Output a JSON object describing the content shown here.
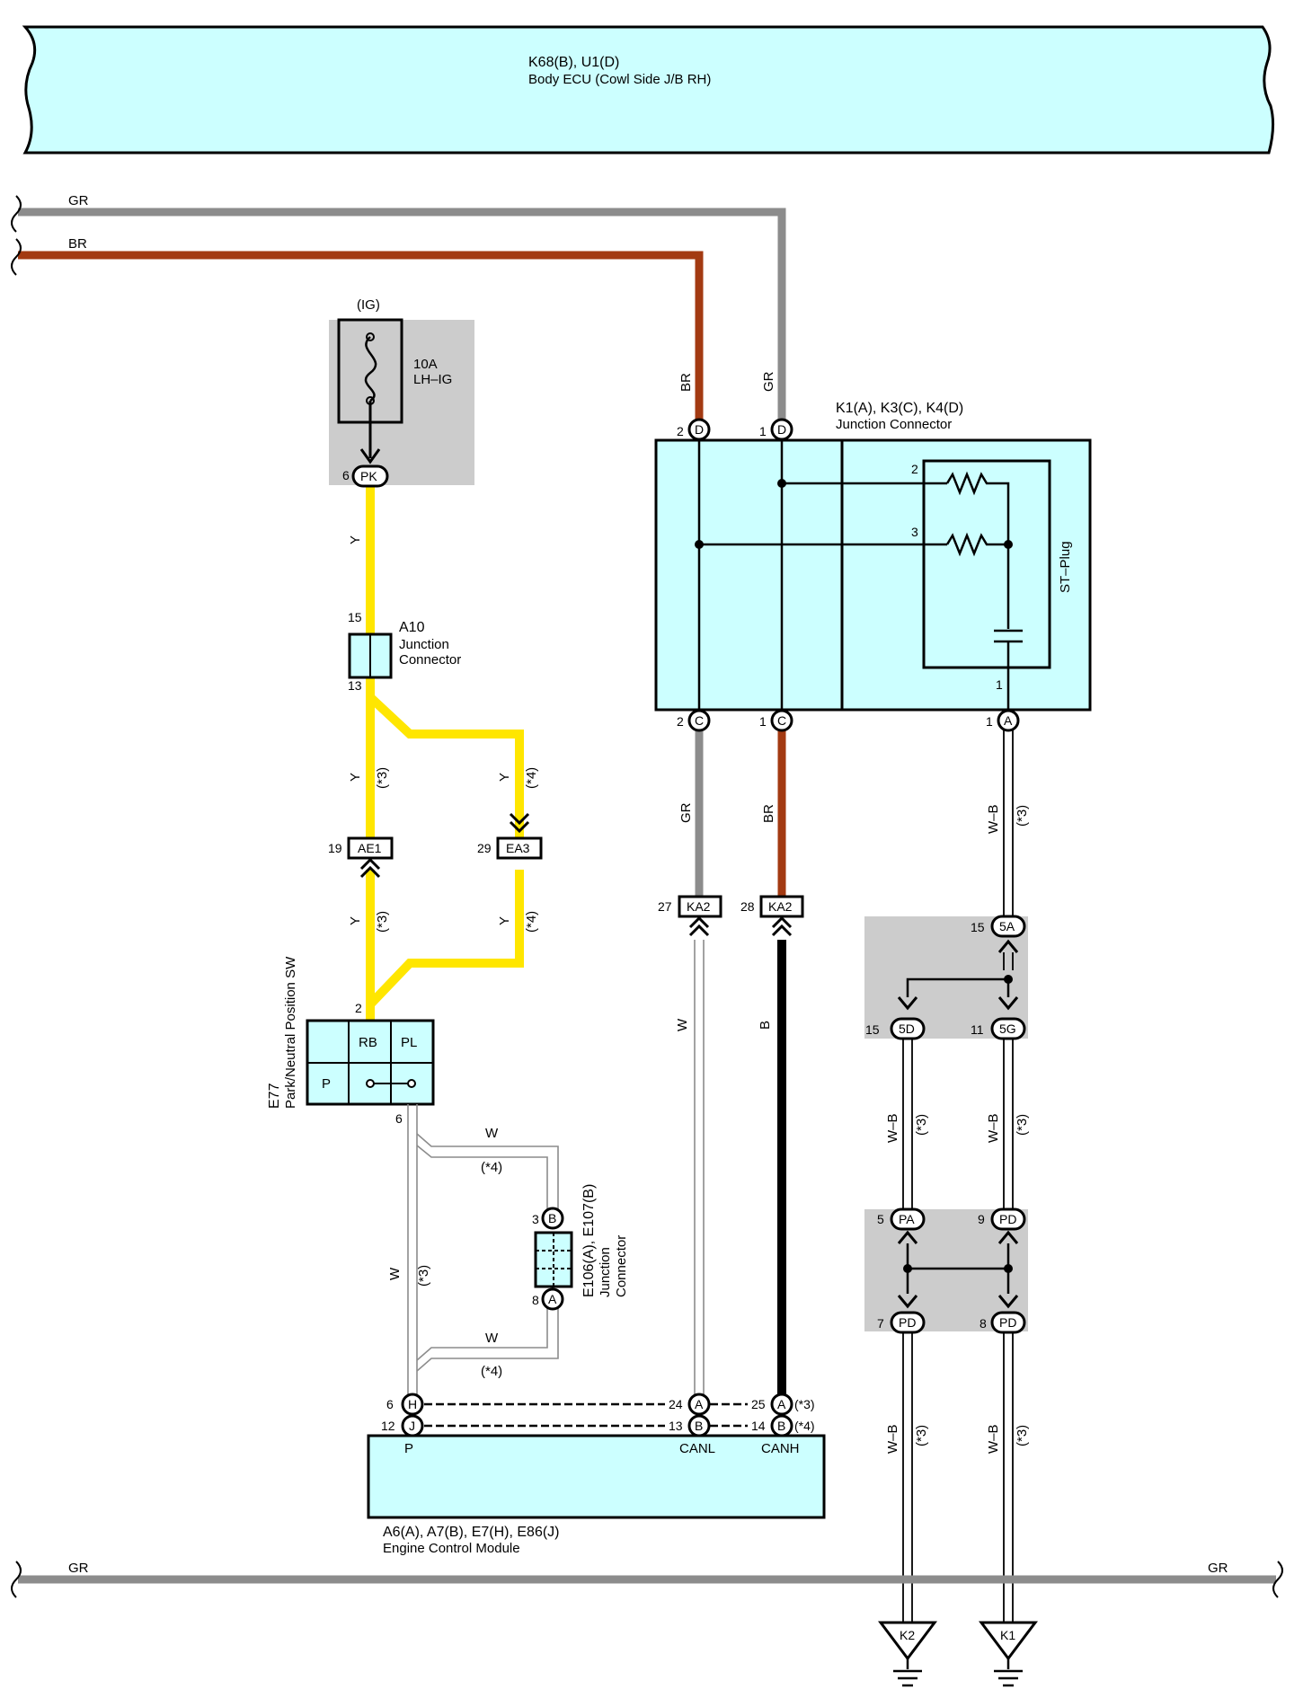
{
  "body_ecu": {
    "code": "K68(B), U1(D)",
    "name": "Body ECU (Cowl Side J/B RH)"
  },
  "wires": {
    "gr": "GR",
    "br": "BR",
    "y": "Y",
    "w": "W",
    "b": "B",
    "wb": "W–B"
  },
  "notes": {
    "n3": "(*3)",
    "n4": "(*4)"
  },
  "fuse": {
    "ign": "(IG)",
    "rating": "10A",
    "name": "LH–IG",
    "pin": "6",
    "conn": "PK"
  },
  "a10": {
    "code": "A10",
    "name1": "Junction",
    "name2": "Connector",
    "pin_top": "15",
    "pin_bottom": "13"
  },
  "ae1": {
    "pin": "19",
    "conn": "AE1"
  },
  "ea3": {
    "pin": "29",
    "conn": "EA3"
  },
  "e77": {
    "code": "E77",
    "name": "Park/Neutral Position SW",
    "pin_top": "2",
    "pin_bottom": "6",
    "cells": [
      "RB",
      "PL",
      "P"
    ]
  },
  "e106": {
    "code": "E106(A), E107(B)",
    "name1": "Junction",
    "name2": "Connector",
    "pin_top": "3",
    "conn_top": "B",
    "pin_bottom": "8",
    "conn_bottom": "A"
  },
  "jc": {
    "code": "K1(A), K3(C), K4(D)",
    "name": "Junction Connector",
    "st_plug": "ST–Plug",
    "top_pins": [
      {
        "pin": "2",
        "conn": "D"
      },
      {
        "pin": "1",
        "conn": "D"
      }
    ],
    "bottom_pins": [
      {
        "pin": "2",
        "conn": "C"
      },
      {
        "pin": "1",
        "conn": "C"
      },
      {
        "pin": "1",
        "conn": "A"
      }
    ],
    "res_pins": [
      "2",
      "3",
      "1"
    ]
  },
  "ka2": {
    "left_pin": "27",
    "right_pin": "28",
    "conn": "KA2"
  },
  "j5": {
    "top_pin": "15",
    "top_conn": "5A",
    "left_pin": "15",
    "left_conn": "5D",
    "right_pin": "11",
    "right_conn": "5G"
  },
  "jp": {
    "tl_pin": "5",
    "tl_conn": "PA",
    "tr_pin": "9",
    "tr_conn": "PD",
    "bl_pin": "7",
    "bl_conn": "PD",
    "br_pin": "8",
    "br_conn": "PD"
  },
  "ecm": {
    "code": "A6(A), A7(B), E7(H), E86(J)",
    "name": "Engine Control Module",
    "term_p": "P",
    "term_canl": "CANL",
    "term_canh": "CANH",
    "rows": [
      {
        "pin_l": "6",
        "conn_l": "H",
        "pin_m": "24",
        "conn_m": "A",
        "pin_r": "25",
        "conn_r": "A",
        "note": "(*3)"
      },
      {
        "pin_l": "12",
        "conn_l": "J",
        "pin_m": "13",
        "conn_m": "B",
        "pin_r": "14",
        "conn_r": "B",
        "note": "(*4)"
      }
    ]
  },
  "grounds": [
    "K2",
    "K1"
  ],
  "colors": {
    "panel": "#ccffff",
    "gray": "#8c8c8c",
    "brown": "#a33a12",
    "yellow": "#ffe600",
    "shade": "#cccccc"
  }
}
